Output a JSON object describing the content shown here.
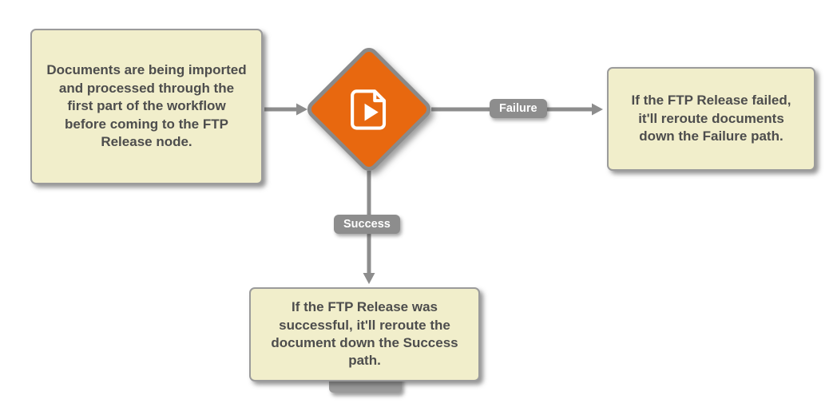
{
  "diagram": {
    "annotations": {
      "intro": "Documents are being imported and processed through the first part of the workflow before coming to the FTP Release node.",
      "failure": "If the FTP Release failed, it'll reroute documents down the Failure path.",
      "success": "If the FTP Release was successful, it'll reroute the document down the Success path."
    },
    "edge_labels": {
      "failure": "Failure",
      "success": "Success"
    },
    "node": {
      "icon": "play-file-icon"
    },
    "colors": {
      "annotation_bg": "#f1eecb",
      "annotation_border": "#9b9b9b",
      "node_fill": "#e8680f",
      "node_border": "#8a8a8a",
      "arrow": "#8d8d8d",
      "edge_label_bg": "#8d8d8d",
      "edge_label_text": "#ffffff",
      "annotation_text": "#4d4d4d",
      "background": "#ffffff"
    }
  }
}
